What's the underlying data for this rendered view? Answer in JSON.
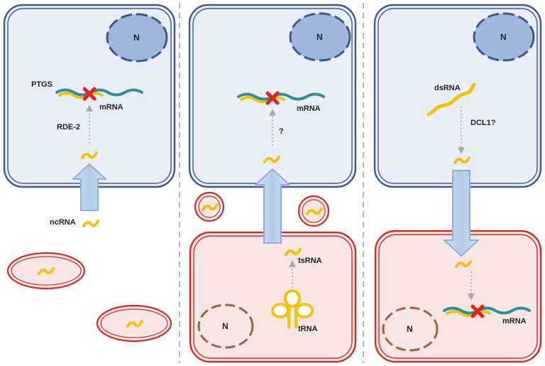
{
  "panel1": {
    "nucleus_label": "N",
    "ptgs_label": "PTGS",
    "mrna_label": "mRNA",
    "rde2_label": "RDE-2",
    "ncrna_label": "ncRNA"
  },
  "panel2": {
    "nucleus_top_label": "N",
    "mrna_label": "mRNA",
    "question_label": "?",
    "tsrna_label": "tsRNA",
    "trna_label": "tRNA",
    "nucleus_bottom_label": "N"
  },
  "panel3": {
    "nucleus_top_label": "N",
    "dsrna_label": "dsRNA",
    "dcl1_label": "DCL1?",
    "mrna_label": "mRNA",
    "nucleus_bottom_label": "N"
  },
  "colors": {
    "host_cell_fill": "#e9eef8",
    "host_cell_border": "#3f5a8c",
    "nucleus_fill": "#9fb7db",
    "nucleus_border": "#3b5a8a",
    "pathogen_fill": "#f8e6e4",
    "pathogen_border": "#c9302c",
    "pathogen_nucleus_border": "#a0623a",
    "small_rna": "#f5c200",
    "mrna": "#2d8f9a",
    "cleavage_mark": "#e0241c",
    "transfer_arrow": "#b7cde9"
  }
}
